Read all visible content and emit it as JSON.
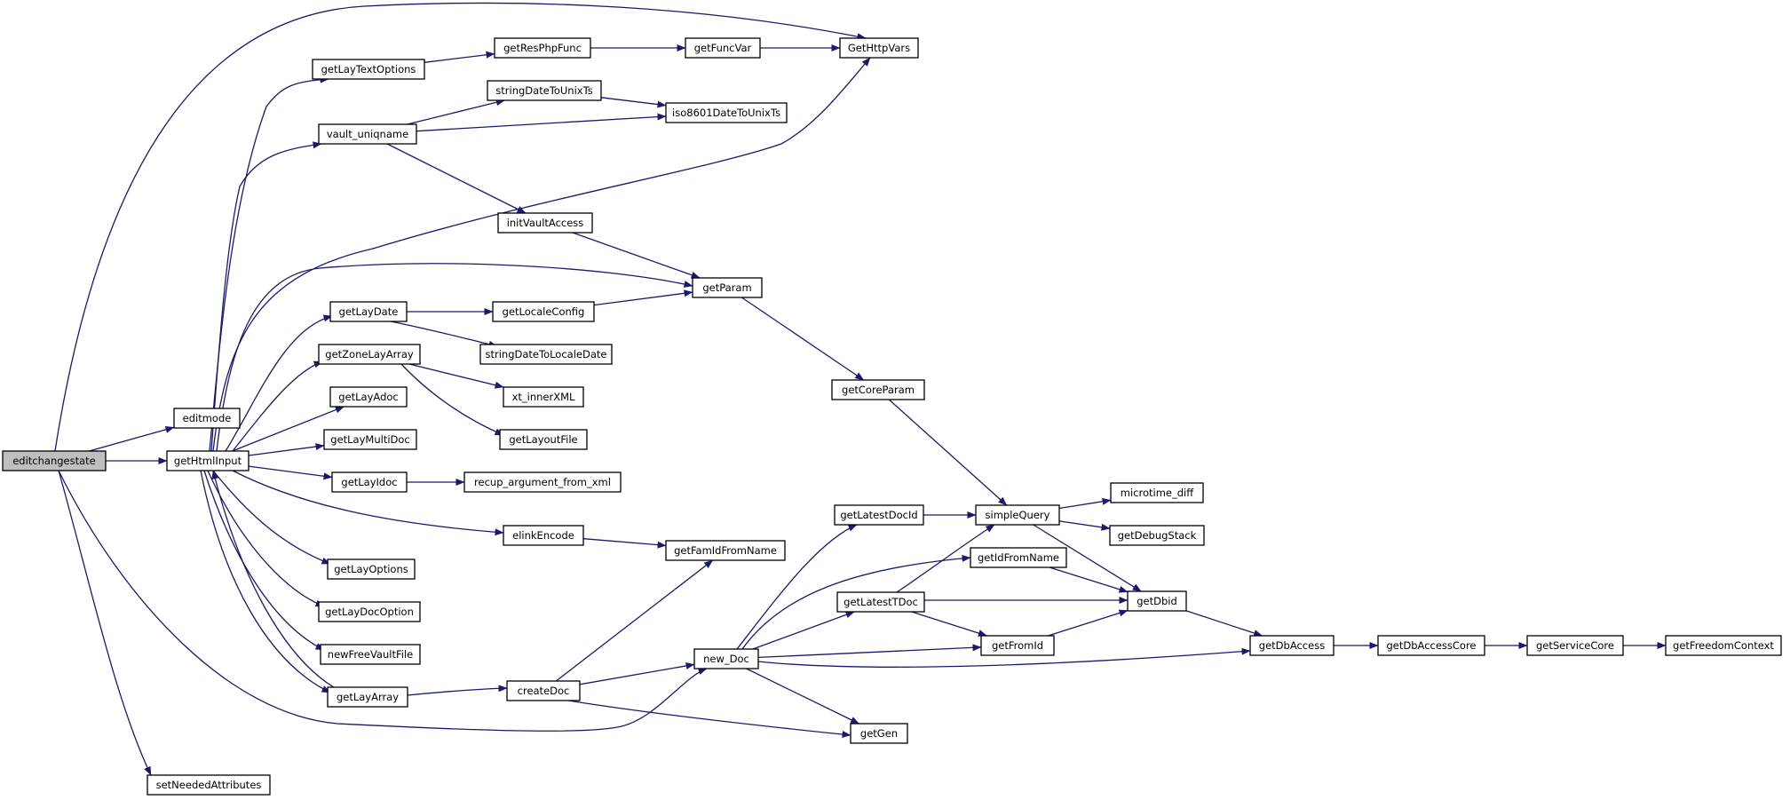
{
  "diagram": {
    "edge_color": "#191970",
    "root_fill": "#bfbfbf",
    "node_fill": "#ffffff",
    "nodes": [
      {
        "id": "editchangestate",
        "label": "editchangestate",
        "root": true
      },
      {
        "id": "editmode",
        "label": "editmode"
      },
      {
        "id": "getHtmlInput",
        "label": "getHtmlInput"
      },
      {
        "id": "setNeededAttributes",
        "label": "setNeededAttributes"
      },
      {
        "id": "getLayTextOptions",
        "label": "getLayTextOptions"
      },
      {
        "id": "vault_uniqname",
        "label": "vault_uniqname"
      },
      {
        "id": "getLayDate",
        "label": "getLayDate"
      },
      {
        "id": "getZoneLayArray",
        "label": "getZoneLayArray"
      },
      {
        "id": "getLayAdoc",
        "label": "getLayAdoc"
      },
      {
        "id": "getLayMultiDoc",
        "label": "getLayMultiDoc"
      },
      {
        "id": "getLayIdoc",
        "label": "getLayIdoc"
      },
      {
        "id": "getLayOptions",
        "label": "getLayOptions"
      },
      {
        "id": "getLayDocOption",
        "label": "getLayDocOption"
      },
      {
        "id": "newFreeVaultFile",
        "label": "newFreeVaultFile"
      },
      {
        "id": "getLayArray",
        "label": "getLayArray"
      },
      {
        "id": "getResPhpFunc",
        "label": "getResPhpFunc"
      },
      {
        "id": "stringDateToUnixTs",
        "label": "stringDateToUnixTs"
      },
      {
        "id": "initVaultAccess",
        "label": "initVaultAccess"
      },
      {
        "id": "getLocaleConfig",
        "label": "getLocaleConfig"
      },
      {
        "id": "stringDateToLocaleDate",
        "label": "stringDateToLocaleDate"
      },
      {
        "id": "xt_innerXML",
        "label": "xt_innerXML"
      },
      {
        "id": "getLayoutFile",
        "label": "getLayoutFile"
      },
      {
        "id": "recup_argument_from_xml",
        "label": "recup_argument_from_xml"
      },
      {
        "id": "elinkEncode",
        "label": "elinkEncode"
      },
      {
        "id": "createDoc",
        "label": "createDoc"
      },
      {
        "id": "getFuncVar",
        "label": "getFuncVar"
      },
      {
        "id": "iso8601DateToUnixTs",
        "label": "iso8601DateToUnixTs"
      },
      {
        "id": "getParam",
        "label": "getParam"
      },
      {
        "id": "getFamIdFromName",
        "label": "getFamIdFromName"
      },
      {
        "id": "new_Doc",
        "label": "new_Doc"
      },
      {
        "id": "GetHttpVars",
        "label": "GetHttpVars"
      },
      {
        "id": "getCoreParam",
        "label": "getCoreParam"
      },
      {
        "id": "getLatestDocId",
        "label": "getLatestDocId"
      },
      {
        "id": "getLatestTDoc",
        "label": "getLatestTDoc"
      },
      {
        "id": "getGen",
        "label": "getGen"
      },
      {
        "id": "simpleQuery",
        "label": "simpleQuery"
      },
      {
        "id": "getIdFromName",
        "label": "getIdFromName"
      },
      {
        "id": "getFromId",
        "label": "getFromId"
      },
      {
        "id": "microtime_diff",
        "label": "microtime_diff"
      },
      {
        "id": "getDebugStack",
        "label": "getDebugStack"
      },
      {
        "id": "getDbid",
        "label": "getDbid"
      },
      {
        "id": "getDbAccess",
        "label": "getDbAccess"
      },
      {
        "id": "getDbAccessCore",
        "label": "getDbAccessCore"
      },
      {
        "id": "getServiceCore",
        "label": "getServiceCore"
      },
      {
        "id": "getFreedomContext",
        "label": "getFreedomContext"
      }
    ],
    "edges": [
      [
        "editchangestate",
        "editmode"
      ],
      [
        "editchangestate",
        "getHtmlInput"
      ],
      [
        "editchangestate",
        "setNeededAttributes"
      ],
      [
        "editchangestate",
        "GetHttpVars"
      ],
      [
        "editchangestate",
        "new_Doc"
      ],
      [
        "getHtmlInput",
        "getLayTextOptions"
      ],
      [
        "getHtmlInput",
        "vault_uniqname"
      ],
      [
        "getHtmlInput",
        "GetHttpVars"
      ],
      [
        "getHtmlInput",
        "getParam"
      ],
      [
        "getHtmlInput",
        "getLayDate"
      ],
      [
        "getHtmlInput",
        "getZoneLayArray"
      ],
      [
        "getHtmlInput",
        "getLayAdoc"
      ],
      [
        "getHtmlInput",
        "getLayMultiDoc"
      ],
      [
        "getHtmlInput",
        "getLayIdoc"
      ],
      [
        "getHtmlInput",
        "elinkEncode"
      ],
      [
        "getHtmlInput",
        "getLayOptions"
      ],
      [
        "getHtmlInput",
        "getLayDocOption"
      ],
      [
        "getHtmlInput",
        "newFreeVaultFile"
      ],
      [
        "getHtmlInput",
        "getLayArray"
      ],
      [
        "getLayArray",
        "getHtmlInput"
      ],
      [
        "getLayArray",
        "createDoc"
      ],
      [
        "getLayTextOptions",
        "getResPhpFunc"
      ],
      [
        "getResPhpFunc",
        "getFuncVar"
      ],
      [
        "getFuncVar",
        "GetHttpVars"
      ],
      [
        "vault_uniqname",
        "stringDateToUnixTs"
      ],
      [
        "vault_uniqname",
        "iso8601DateToUnixTs"
      ],
      [
        "vault_uniqname",
        "initVaultAccess"
      ],
      [
        "stringDateToUnixTs",
        "iso8601DateToUnixTs"
      ],
      [
        "initVaultAccess",
        "getParam"
      ],
      [
        "getLayDate",
        "getLocaleConfig"
      ],
      [
        "getLayDate",
        "stringDateToLocaleDate"
      ],
      [
        "getLocaleConfig",
        "getParam"
      ],
      [
        "getZoneLayArray",
        "xt_innerXML"
      ],
      [
        "getZoneLayArray",
        "getLayoutFile"
      ],
      [
        "getLayIdoc",
        "recup_argument_from_xml"
      ],
      [
        "elinkEncode",
        "getFamIdFromName"
      ],
      [
        "createDoc",
        "getFamIdFromName"
      ],
      [
        "createDoc",
        "new_Doc"
      ],
      [
        "createDoc",
        "getGen"
      ],
      [
        "getParam",
        "getCoreParam"
      ],
      [
        "getCoreParam",
        "simpleQuery"
      ],
      [
        "new_Doc",
        "getLatestDocId"
      ],
      [
        "new_Doc",
        "getIdFromName"
      ],
      [
        "new_Doc",
        "getLatestTDoc"
      ],
      [
        "new_Doc",
        "getFromId"
      ],
      [
        "new_Doc",
        "getDbAccess"
      ],
      [
        "new_Doc",
        "getGen"
      ],
      [
        "getLatestDocId",
        "simpleQuery"
      ],
      [
        "getLatestTDoc",
        "simpleQuery"
      ],
      [
        "getLatestTDoc",
        "getDbid"
      ],
      [
        "getLatestTDoc",
        "getFromId"
      ],
      [
        "getIdFromName",
        "getDbid"
      ],
      [
        "getFromId",
        "getDbid"
      ],
      [
        "simpleQuery",
        "microtime_diff"
      ],
      [
        "simpleQuery",
        "getDebugStack"
      ],
      [
        "simpleQuery",
        "getDbid"
      ],
      [
        "getDbid",
        "getDbAccess"
      ],
      [
        "getDbAccess",
        "getDbAccessCore"
      ],
      [
        "getDbAccessCore",
        "getServiceCore"
      ],
      [
        "getServiceCore",
        "getFreedomContext"
      ]
    ]
  }
}
